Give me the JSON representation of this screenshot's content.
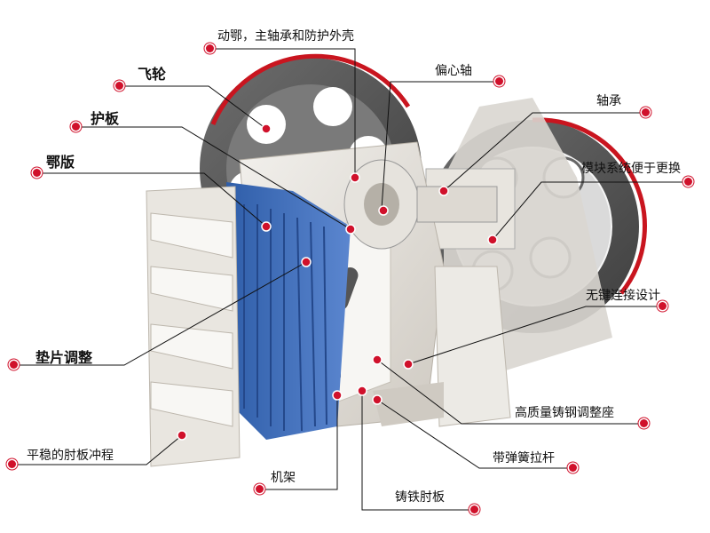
{
  "title": "",
  "labels": {
    "dong_e": "动鄂，主轴承和防护外壳",
    "feilun": "飞轮",
    "pianxinzhou": "偏心轴",
    "huban": "护板",
    "zhoucheng": "轴承",
    "eban": "鄂版",
    "mokuai": "模块系统便于更换",
    "wujian": "无键连接设计",
    "dianpian": "垫片调整",
    "gaozhiliang": "高质量铸钢调整座",
    "pingwen": "平稳的肘板冲程",
    "tanhuang": "带弹簧拉杆",
    "jijia": "机架",
    "zhutie": "铸铁肘板"
  },
  "colors": {
    "accent": "#d0112b",
    "jaw_plate": "#3d68b8",
    "flywheel": "#5a5a5a",
    "frame": "#e9e6e0"
  }
}
